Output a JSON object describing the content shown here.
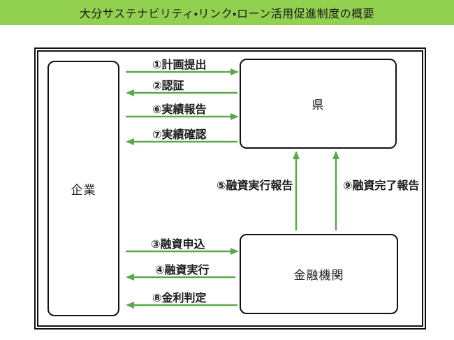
{
  "title": "大分サステナビリティ・リンク・ローン活用促進制度の概要",
  "colors": {
    "header_bg": "#92D050",
    "arrow_green": "#5BA84C",
    "box_border": "#000000",
    "text": "#1A1A1A",
    "background": "#FFFFFF"
  },
  "nodes": {
    "company": {
      "label": "企業"
    },
    "prefecture": {
      "label": "県"
    },
    "financial_institution": {
      "label": "金融機関"
    }
  },
  "flows": [
    {
      "step": "①",
      "label": "①計画提出",
      "from": "企業",
      "to": "県"
    },
    {
      "step": "②",
      "label": "②認証",
      "from": "県",
      "to": "企業"
    },
    {
      "step": "⑥",
      "label": "⑥実績報告",
      "from": "企業",
      "to": "県"
    },
    {
      "step": "⑦",
      "label": "⑦実績確認",
      "from": "県",
      "to": "企業"
    },
    {
      "step": "⑤",
      "label": "⑤融資実行報告",
      "from": "金融機関",
      "to": "県"
    },
    {
      "step": "⑨",
      "label": "⑨融資完了報告",
      "from": "金融機関",
      "to": "県"
    },
    {
      "step": "③",
      "label": "③融資申込",
      "from": "企業",
      "to": "金融機関"
    },
    {
      "step": "④",
      "label": "④融資実行",
      "from": "金融機関",
      "to": "企業"
    },
    {
      "step": "⑧",
      "label": "⑧金利判定",
      "from": "金融機関",
      "to": "企業"
    }
  ]
}
